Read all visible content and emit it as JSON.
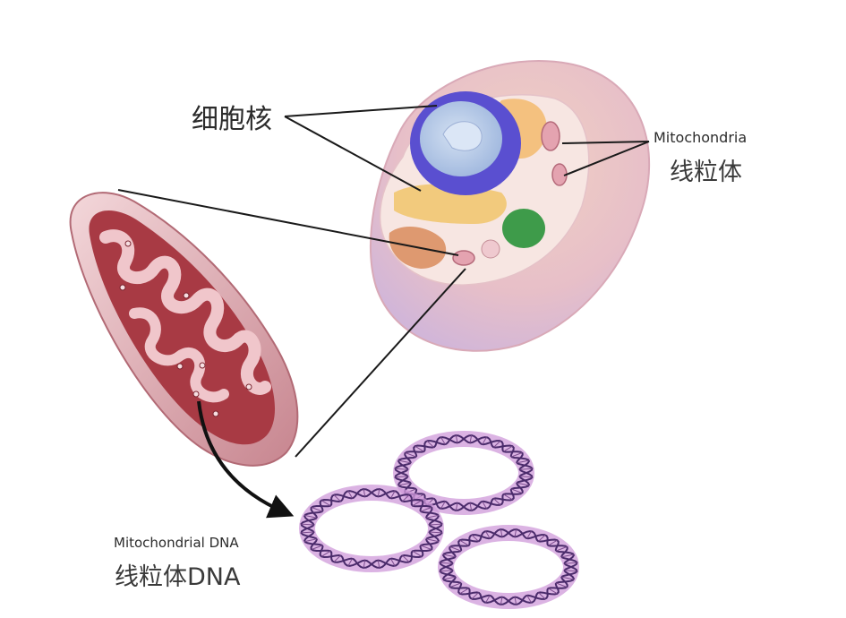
{
  "labels": {
    "nucleus_zh": "细胞核",
    "mito_en": "Mitochondria",
    "mito_zh": "线粒体",
    "mtdna_en": "Mitochondrial DNA",
    "mtdna_zh": "线粒体DNA"
  },
  "colors": {
    "cell_outer": "#e2b8c4",
    "cell_inner": "#f6e2de",
    "nucleus": "#5a4fd0",
    "nucleolus": "#b9cbe8",
    "mito_outer": "#c98b93",
    "mito_inner": "#a83a44",
    "dna_ring": "#cf9ad9",
    "dna_strand": "#4a2b6b",
    "leader_line": "#1a1a1a"
  }
}
